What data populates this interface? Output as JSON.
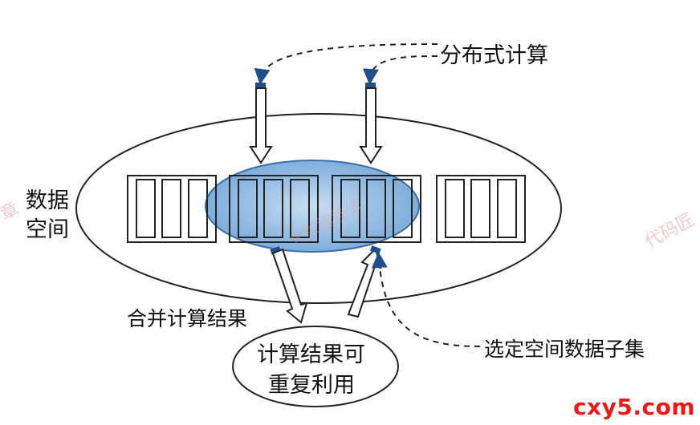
{
  "labels": {
    "distributed_compute": "分布式计算",
    "data_space_line1": "数据",
    "data_space_line2": "空间",
    "merge_results": "合并计算结果",
    "reusable_line1": "计算结果可",
    "reusable_line2": "重复利用",
    "select_subset": "选定空间数据子集"
  },
  "watermarks": {
    "left": "章",
    "right": "代码匠",
    "center": "大数据技术"
  },
  "brand": "cxy5.com",
  "colors": {
    "stroke": "#222222",
    "highlight_fill": "#5b9bd5",
    "marker": "#1f4e8c",
    "brand": "#e81a1a"
  },
  "blocks": [
    {
      "id": "block-1",
      "slots": 3
    },
    {
      "id": "block-2",
      "slots": 3
    },
    {
      "id": "block-3",
      "slots": 3
    },
    {
      "id": "block-4",
      "slots": 3
    }
  ]
}
